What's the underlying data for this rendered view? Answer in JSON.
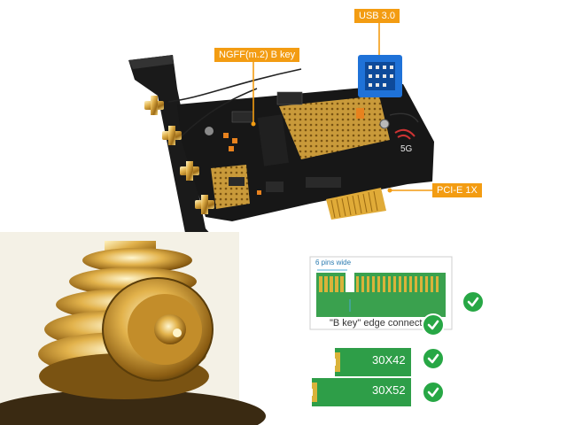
{
  "callouts": {
    "usb": "USB 3.0",
    "ngff": "NGFF(m.2) B key",
    "pcie": "PCI-E 1X"
  },
  "board": {
    "badge": "5G"
  },
  "key_diagram": {
    "pins_label": "6 pins wide",
    "caption_key": "\"B key\"",
    "caption_rest": "edge connecto"
  },
  "modules": [
    {
      "label": "30X42"
    },
    {
      "label": "30X52"
    }
  ],
  "colors": {
    "callout": "#f39c12",
    "usb_blue": "#1f72d8",
    "pcb": "#151515",
    "gold": "#d9a93a",
    "m2_green": "#2e9e48",
    "check_green": "#27a745"
  },
  "icons": {
    "check": "check-icon",
    "antenna": "sma-antenna-icon",
    "connector": "sma-connector-closeup"
  }
}
